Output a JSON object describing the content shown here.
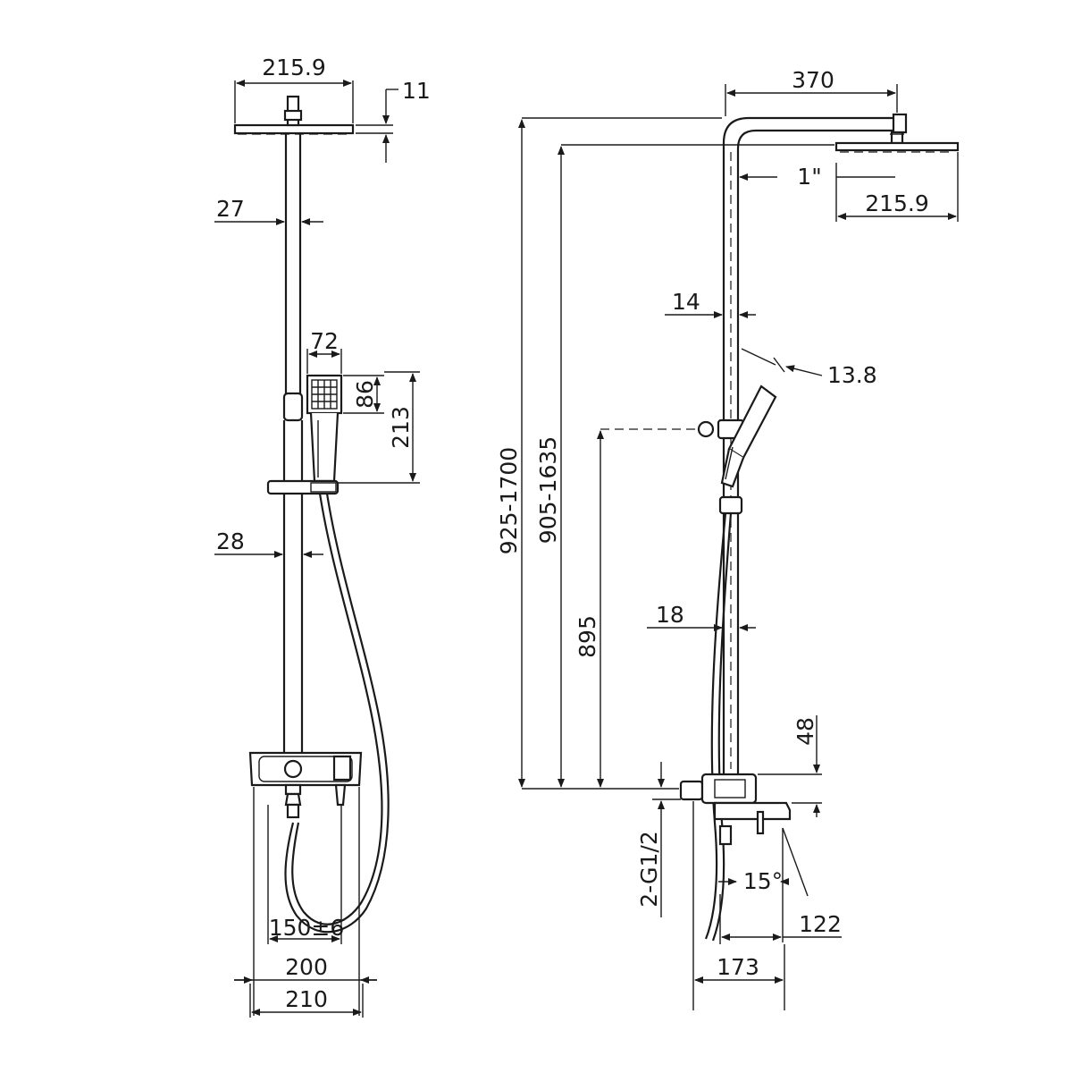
{
  "front_view": {
    "head_width": "215.9",
    "head_thickness": "11",
    "pipe_dia": "27",
    "handset_width": "72",
    "handset_head_height": "86",
    "handset_height": "213",
    "lower_pipe_dia": "28",
    "inlet_spacing": "150±6",
    "body_width_inner": "200",
    "body_width_outer": "210"
  },
  "side_view": {
    "arm_length": "370",
    "arm_thread": "1\"",
    "head_width": "215.9",
    "upper_pipe_dia": "14",
    "hose_dia": "13.8",
    "overall_height": "925-1700",
    "head_height_range": "905-1635",
    "holder_height": "895",
    "lower_pipe_dia": "18",
    "valve_height": "48",
    "inlet_thread": "2-G1/2",
    "spout_angle": "15°",
    "spout_reach": "122",
    "body_depth": "173"
  }
}
